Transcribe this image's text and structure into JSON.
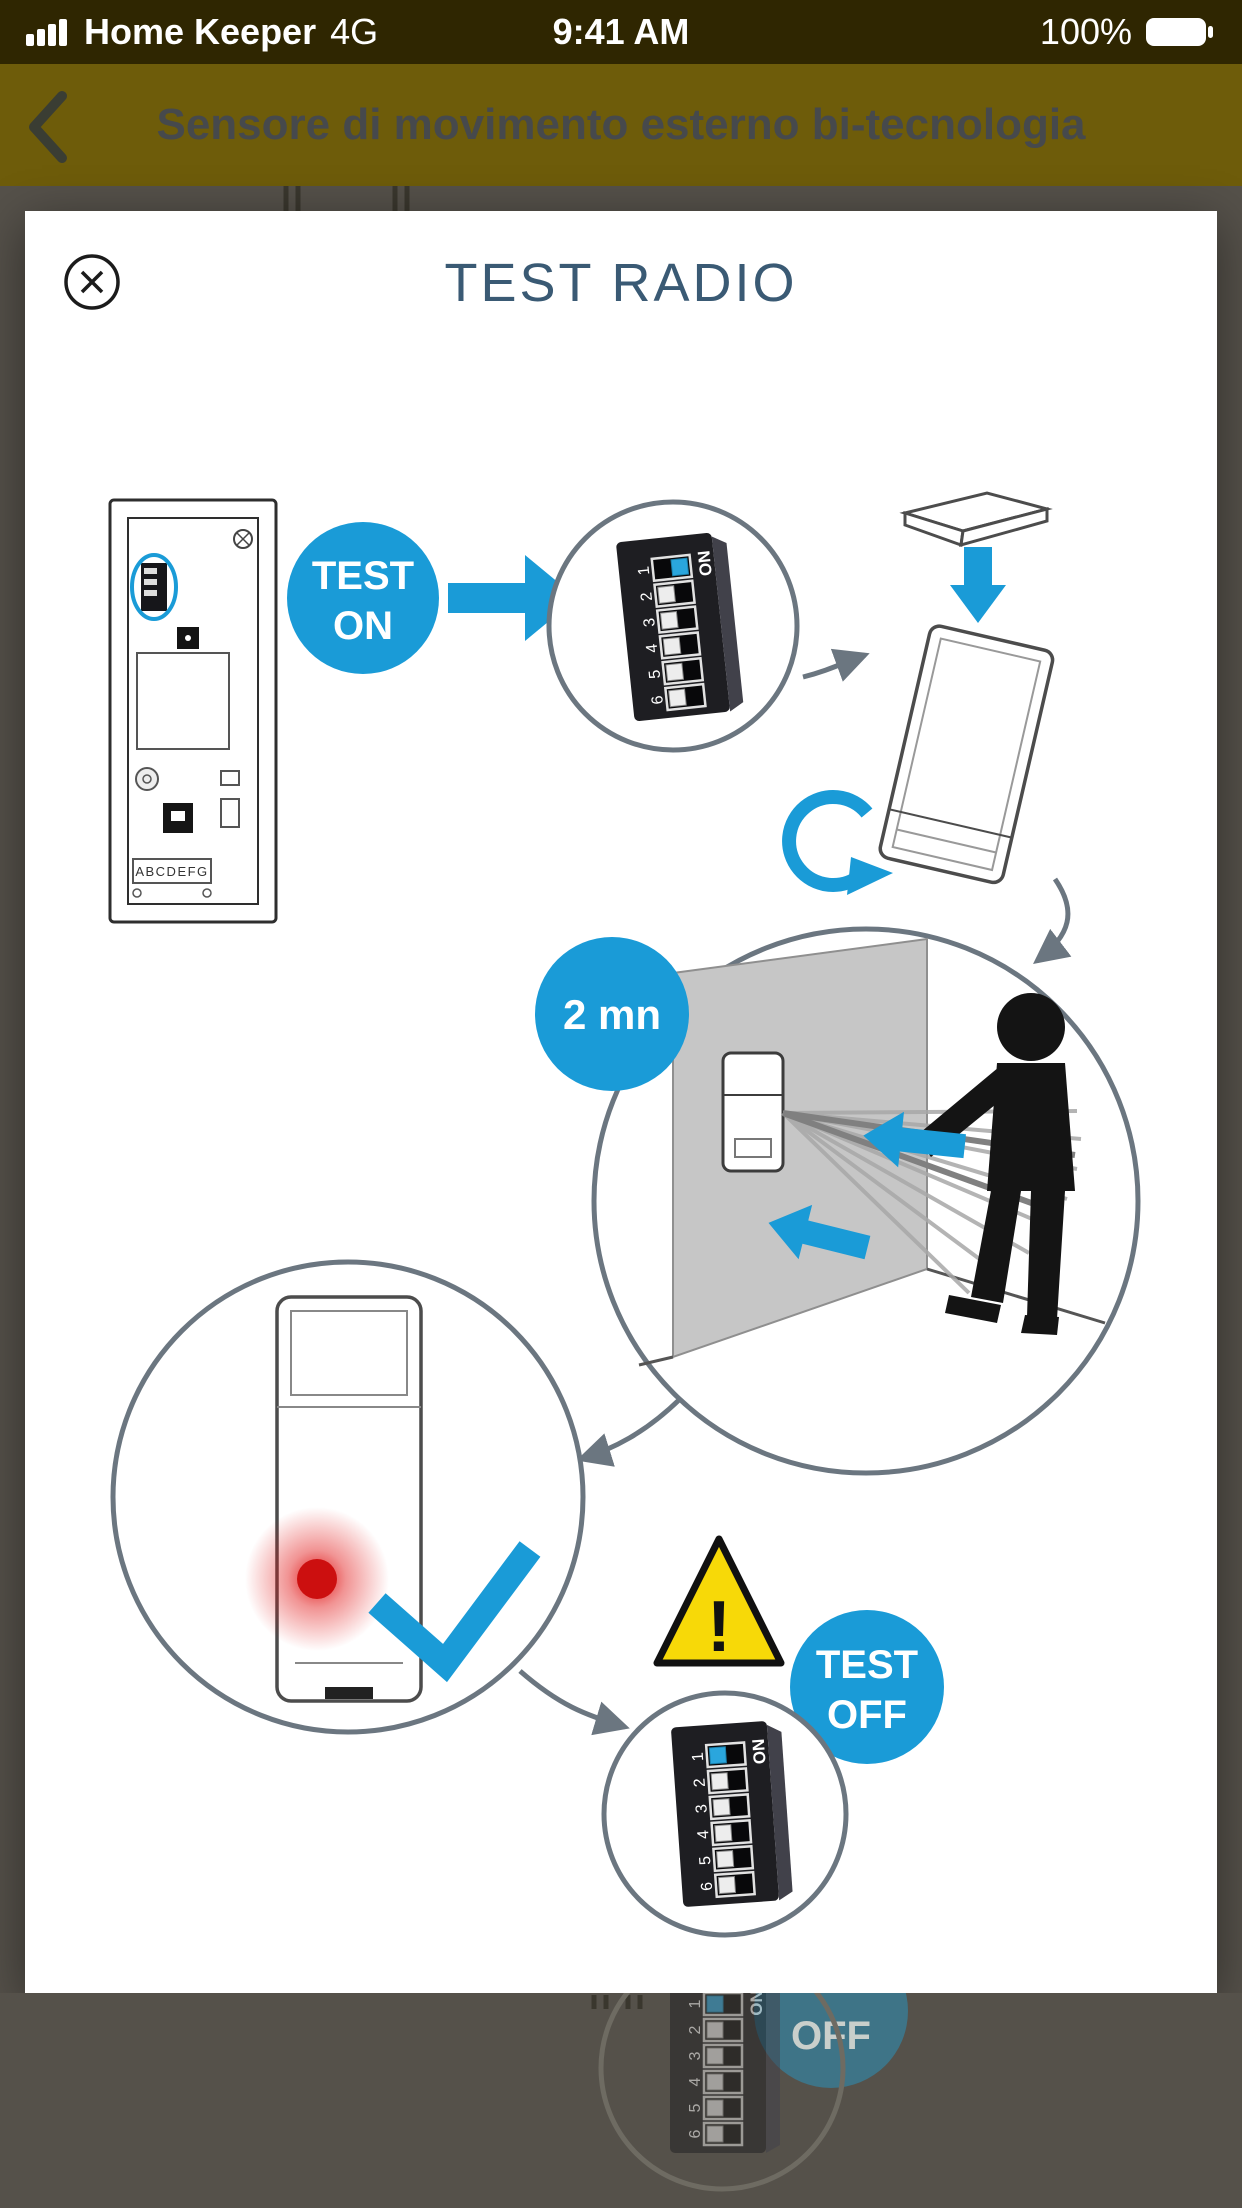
{
  "status_bar": {
    "carrier": "Home Keeper",
    "network": "4G",
    "time": "9:41 AM",
    "battery_percent": "100%"
  },
  "nav": {
    "title": "Sensore di movimento esterno bi-tecnologia"
  },
  "modal": {
    "title": "TEST RADIO",
    "badges": {
      "test_on": {
        "line1": "TEST",
        "line2": "ON"
      },
      "test_off": {
        "line1": "TEST",
        "line2": "OFF"
      },
      "timer": "2 mn"
    },
    "dip": {
      "on_label": "ON",
      "numbers": [
        "1",
        "2",
        "3",
        "4",
        "5",
        "6"
      ]
    },
    "board_label": "ABCDEFG",
    "warning_glyph": "!"
  },
  "background": {
    "off_label": "OFF"
  },
  "colors": {
    "accent": "#1a9bd7",
    "led_red": "#d61212",
    "warning_yellow": "#f7d908",
    "circle_gray": "#6b7680",
    "nav_olive": "#6e5c0a",
    "status_bar_dark": "#2f2601",
    "overlay_dim": "#55514a",
    "modal_title_blue": "#3a5a74"
  }
}
